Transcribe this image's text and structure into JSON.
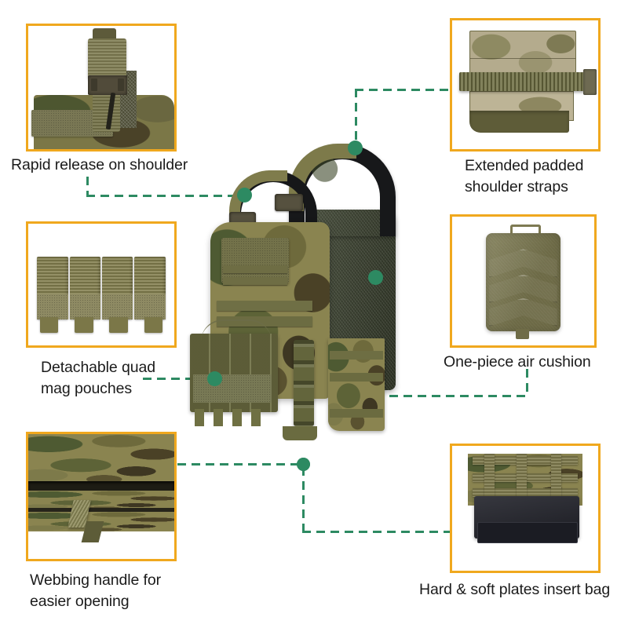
{
  "page": {
    "title": "Tactical Plate Carrier Vest — Feature Callouts",
    "background_color": "#ffffff",
    "frame_border_color": "#f0a81e",
    "connector_color": "#2d8a62",
    "caption_color": "#1b1b1b"
  },
  "product": {
    "name": "Tactical Plate Carrier Vest",
    "description": "Multicam camouflage plate carrier shown centrally with six feature callouts"
  },
  "callouts": [
    {
      "id": "rapid-release",
      "label": "Rapid release on shoulder",
      "position": "top-left",
      "photo_alt": "Close-up of shoulder quick-release buckle on camo plate carrier"
    },
    {
      "id": "shoulder-straps",
      "label": "Extended padded\nshoulder straps",
      "position": "top-right",
      "photo_alt": "Flat-laid extended padded shoulder strap with olive webbing band"
    },
    {
      "id": "mag-pouches",
      "label": "Detachable quad\nmag pouches",
      "position": "mid-left",
      "photo_alt": "Olive green quad magazine pouch panel with four hook-and-loop tabs"
    },
    {
      "id": "air-cushion",
      "label": "One-piece air cushion",
      "position": "mid-right",
      "photo_alt": "One-piece chevron-quilted olive air cushion back pad with carry handle"
    },
    {
      "id": "webbing-handle",
      "label": "Webbing handle for\neasier opening",
      "position": "bottom-left",
      "photo_alt": "Side view of cummerbund webbing pull handle for easier opening"
    },
    {
      "id": "insert-bag",
      "label": "Hard & soft plates insert bag",
      "position": "bottom-right",
      "photo_alt": "Black hard and soft armor plate insert bag below camo carrier"
    }
  ]
}
